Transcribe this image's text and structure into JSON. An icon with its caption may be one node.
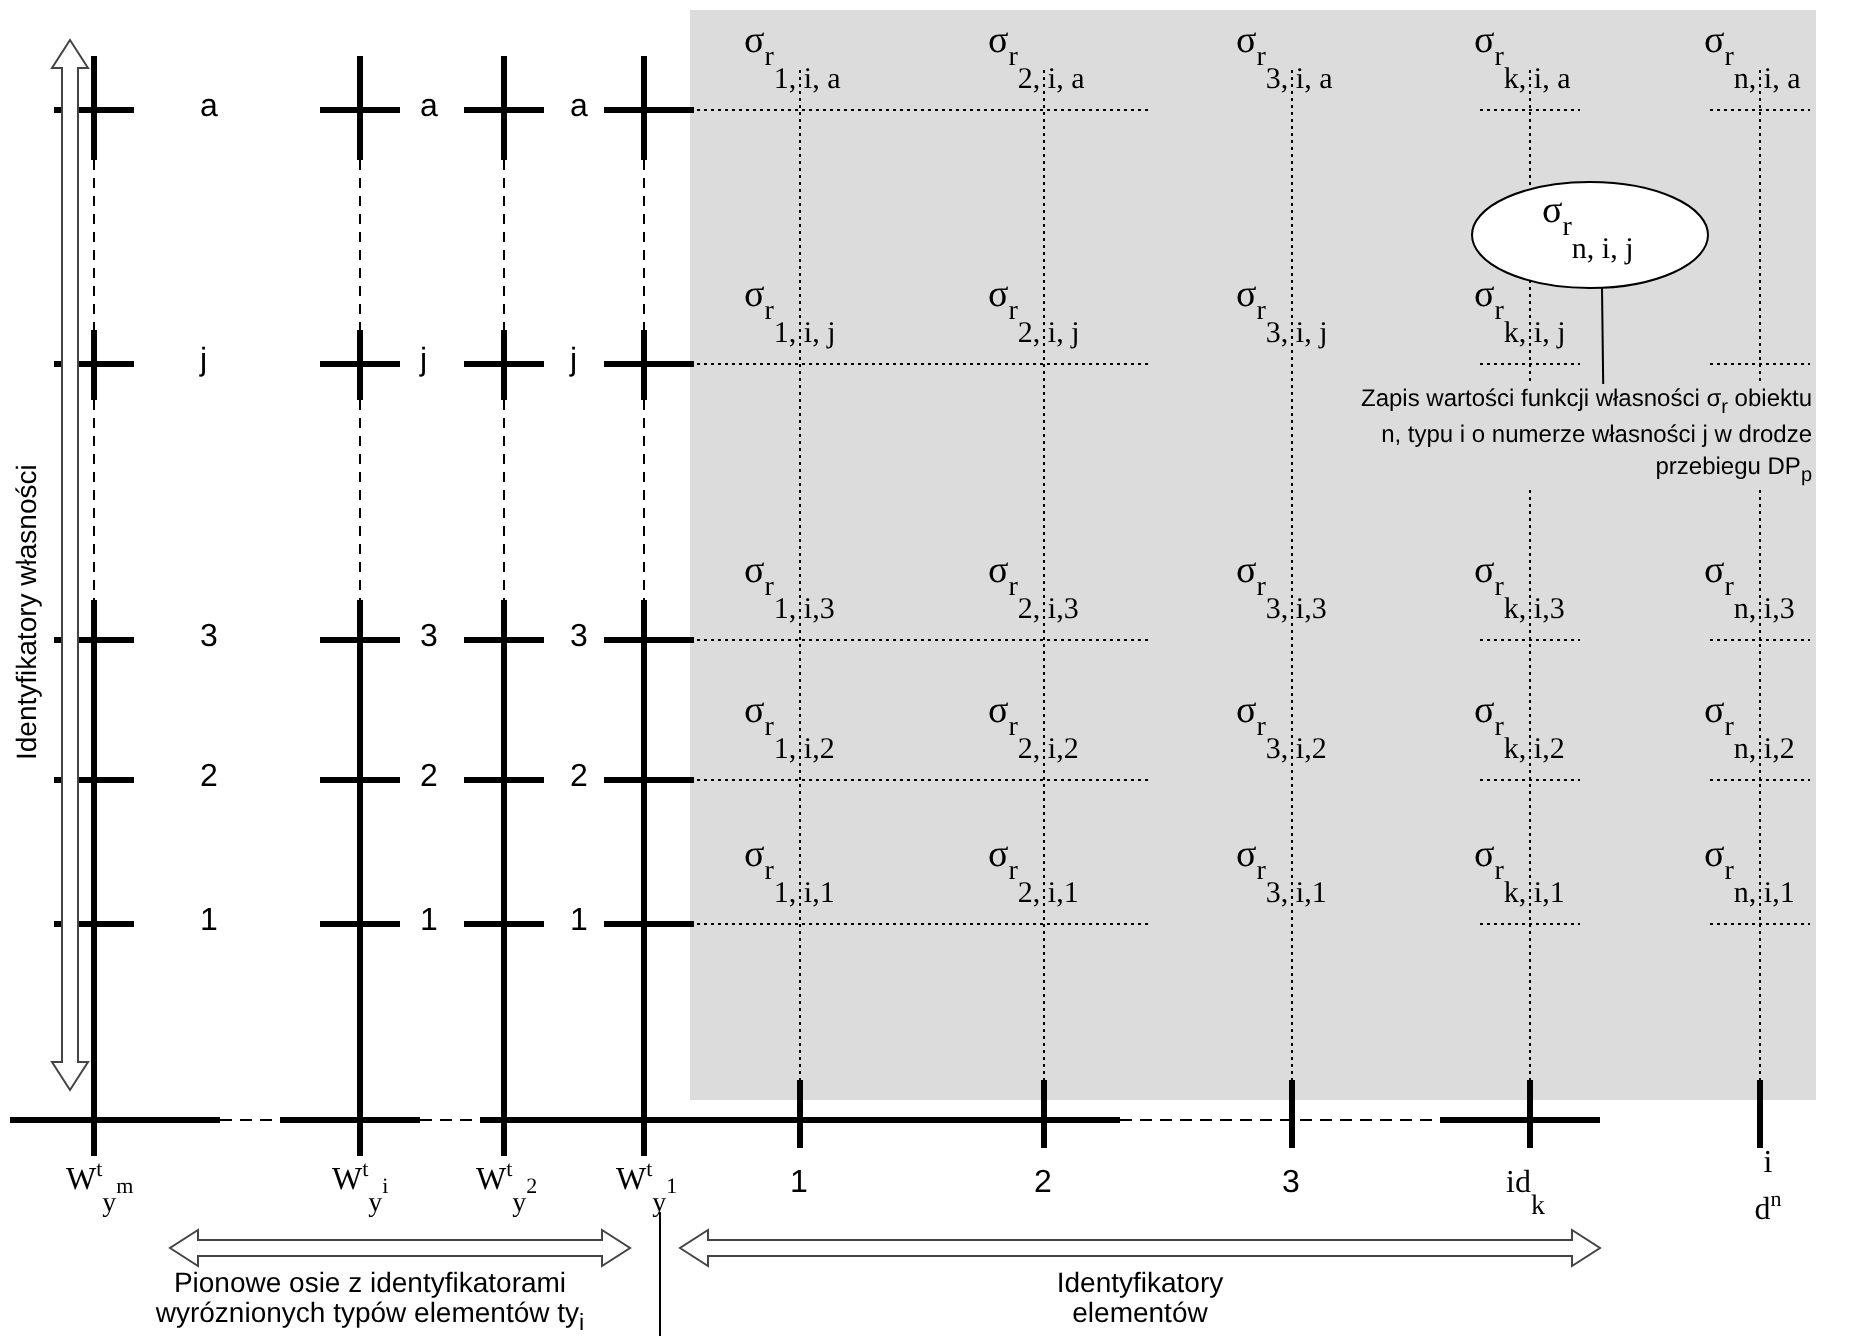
{
  "diagram": {
    "nodes": [
      {
        "text": [
          "σ$_{r}$$_{n, i, j}$"
        ]
      },
      {
        "text": [
          "Zapis wartości funkcji własności σ$_{r}$ obiektu n, typu i o numerze własności j w drodze przebiegu DP$_{p}$"
        ]
      }
    ],
    "edges": [
      {
        "from": 1,
        "to": 0,
        "arrow": "none"
      }
    ],
    "labels": [
      "Identyfikatory własności",
      "a",
      "a",
      "a",
      "σ$_{r}$$_{1, i, a}$",
      "σ$_{r}$$_{2, i, a}$",
      "σ$_{r}$$_{3, i, a}$",
      "σ$_{r}$$_{k, i, a}$",
      "σ$_{r}$$_{n, i, a}$",
      "j",
      "j",
      "j",
      "σ$_{r}$$_{1, i, j}$",
      "σ$_{r}$$_{2, i, j}$",
      "σ$_{r}$$_{3, i, j}$",
      "σ$_{r}$$_{k, i, j}$",
      "3",
      "3",
      "3",
      "σ$_{r}$$_{1, i,3}$",
      "σ$_{r}$$_{2, i,3}$",
      "σ$_{r}$$_{3, i,3}$",
      "σ$_{r}$$_{k, i,3}$",
      "σ$_{r}$$_{n, i,3}$",
      "2",
      "2",
      "2",
      "σ$_{r}$$_{1, i,2}$",
      "σ$_{r}$$_{2, i,2}$",
      "σ$_{r}$$_{3, i,2}$",
      "σ$_{r}$$_{k, i,2}$",
      "σ$_{r}$$_{n, i,2}$",
      "1",
      "1",
      "1",
      "σ$_{r}$$_{1, i,1}$",
      "σ$_{r}$$_{2, i,1}$",
      "σ$_{r}$$_{3, i,1}$",
      "σ$_{r}$$_{k, i,1}$",
      "σ$_{r}$$_{n, i,1}$",
      "W$^{t}$$_{y}$$^{m}$",
      "W$^{t}$$_{y}$$^{i}$",
      "W$^{t}$$_{y}$$^{2}$",
      "W$^{t}$$_{y}$$^{1}$",
      "1",
      "2",
      "3",
      "id$_{k}$",
      "i d$^{n}$",
      "Pionowe osie z identyfikatorami wyróznionych typów elementów ty$_{i}$",
      "Identyfikatory elementów"
    ]
  }
}
